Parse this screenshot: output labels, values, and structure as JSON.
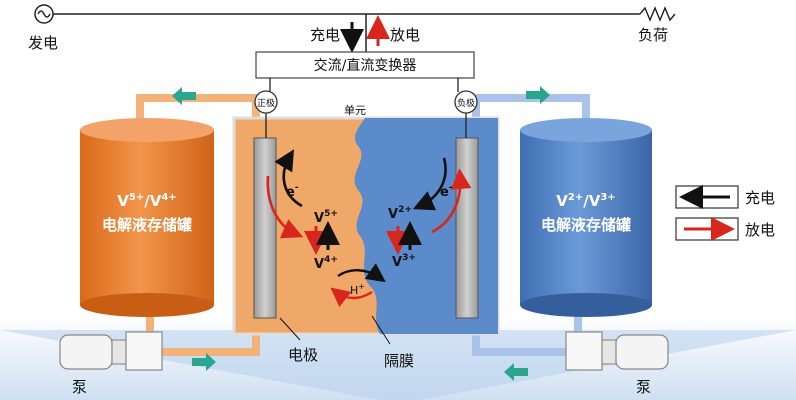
{
  "labels": {
    "generator": "发电",
    "charge": "充电",
    "discharge": "放电",
    "load": "负荷",
    "converter": "交流/直流变换器",
    "positive_pole": "正极",
    "negative_pole": "负极",
    "cell": "单元",
    "left_tank_line1_a": "V",
    "left_tank_line1_sup_a": "5+",
    "left_tank_line1_sep": "/",
    "left_tank_line1_b": "V",
    "left_tank_line1_sup_b": "4+",
    "left_tank_line2": "电解液存储罐",
    "right_tank_line1_a": "V",
    "right_tank_line1_sup_a": "2+",
    "right_tank_line1_sep": "/",
    "right_tank_line1_b": "V",
    "right_tank_line1_sup_b": "3+",
    "right_tank_line2": "电解液存储罐",
    "electron_left": "e",
    "electron_left_sup": "-",
    "electron_right": "e",
    "electron_right_sup": "-",
    "v5": "V",
    "v5_sup": "5+",
    "v4": "V",
    "v4_sup": "4+",
    "v2": "V",
    "v2_sup": "2+",
    "v3": "V",
    "v3_sup": "3+",
    "proton": "H",
    "proton_sup": "+",
    "electrode": "电极",
    "membrane": "隔膜",
    "pump_left": "泵",
    "pump_right": "泵",
    "legend_charge": "充电",
    "legend_discharge": "放电"
  },
  "colors": {
    "orange_tank": "#e07a2a",
    "orange_light": "#f0a868",
    "blue_tank": "#4f7fc0",
    "blue_light": "#6a98d6",
    "pipe_orange": "#f2b27a",
    "pipe_blue": "#a9c4e8",
    "teal_arrow": "#2aa58e",
    "red": "#d9261c",
    "black": "#111111"
  }
}
